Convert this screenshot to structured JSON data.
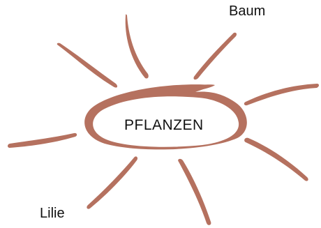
{
  "center": {
    "label": "PFLANZEN"
  },
  "branches": [
    {
      "label": "Baum"
    },
    {
      "label": "Lilie"
    }
  ],
  "colors": {
    "brush": "#b5715f",
    "text": "#111111",
    "background": "#ffffff"
  }
}
